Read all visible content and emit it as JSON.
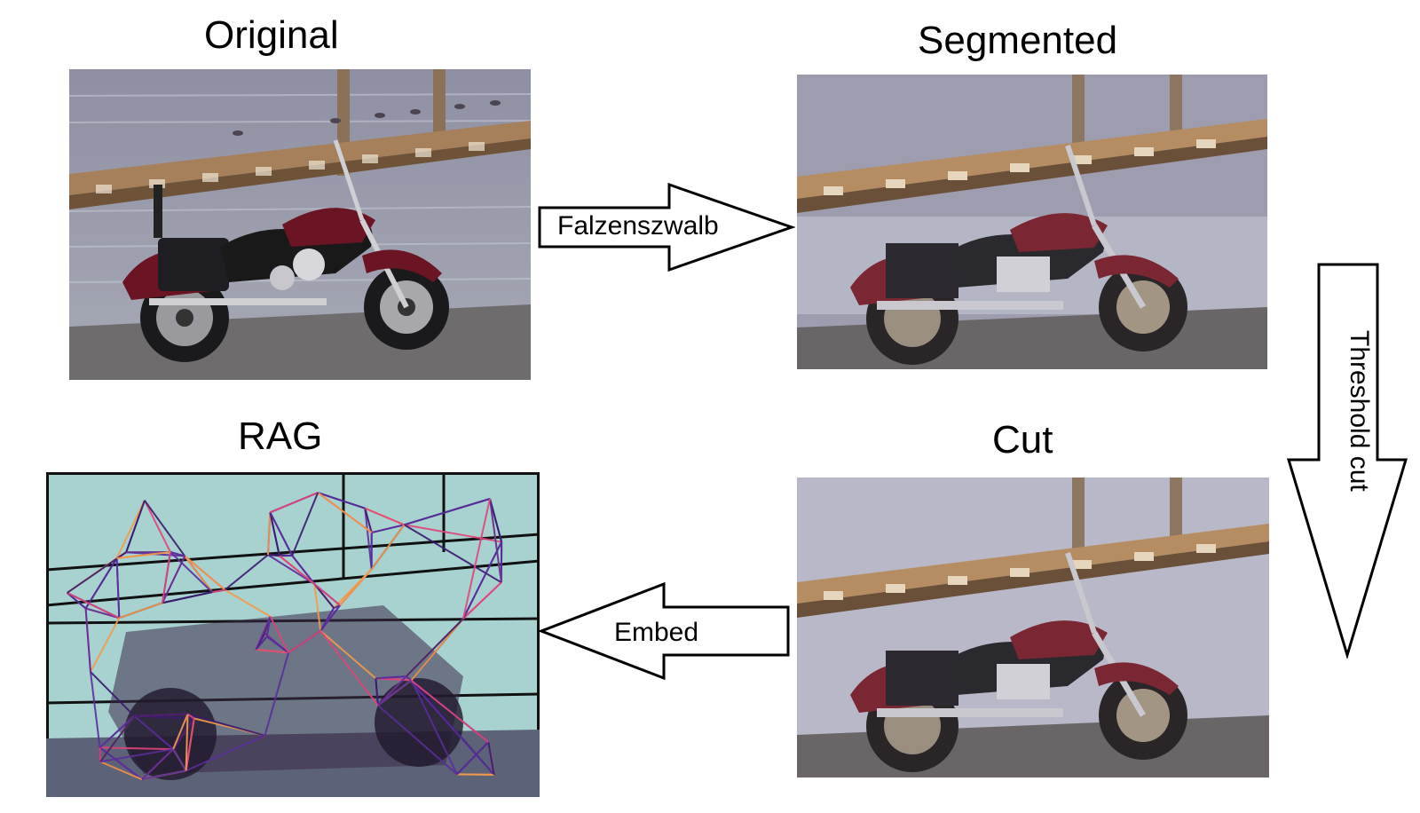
{
  "titles": {
    "original": "Original",
    "segmented": "Segmented",
    "rag": "RAG",
    "cut": "Cut"
  },
  "arrows": {
    "falzenszwalb": "Falzenszwalb",
    "threshold_cut": "Threshold cut",
    "embed": "Embed"
  },
  "colors": {
    "water": "#9aa3b4",
    "dock": "#b0875a",
    "bike_red": "#6b1424",
    "rag_bg": "#a8d2d0",
    "edge_purple": "#5a2d9c",
    "edge_pink": "#e0457a",
    "edge_orange": "#f39a4a"
  }
}
